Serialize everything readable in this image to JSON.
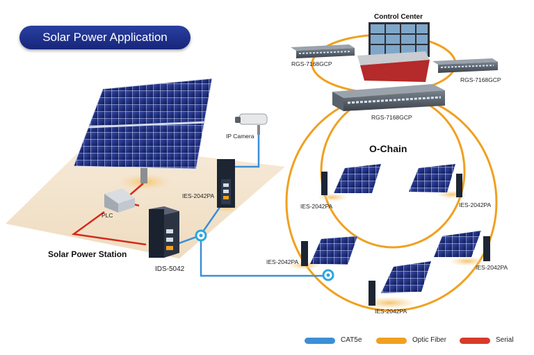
{
  "title": "Solar Power Application",
  "station_label": "Solar Power Station",
  "control_center_label": "Control Center",
  "ring_label": "O-Chain",
  "devices": {
    "ids": "IDS-5042",
    "ip_camera": "IP Camera",
    "plc": "PLC",
    "ies_station": "IES-2042PA",
    "rgs_left": "RGS-7168GCP",
    "rgs_right": "RGS-7168GCP",
    "rgs_center": "RGS-7168GCP",
    "ies_inner_left": "IES-2042PA",
    "ies_inner_right": "IES-2042PA",
    "ies_outer_left": "IES-2042PA",
    "ies_outer_right": "IES-2042PA",
    "ies_bottom": "IES-2042PA"
  },
  "legend": [
    {
      "label": "CAT5e",
      "color": "#3b8fd6"
    },
    {
      "label": "Optic Fiber",
      "color": "#f0a020"
    },
    {
      "label": "Serial",
      "color": "#d83a2a"
    }
  ],
  "colors": {
    "fiber": "#f0a020",
    "cat5e": "#3b8fd6",
    "serial": "#d42a1a",
    "title_bg": "#1e2f8c"
  }
}
